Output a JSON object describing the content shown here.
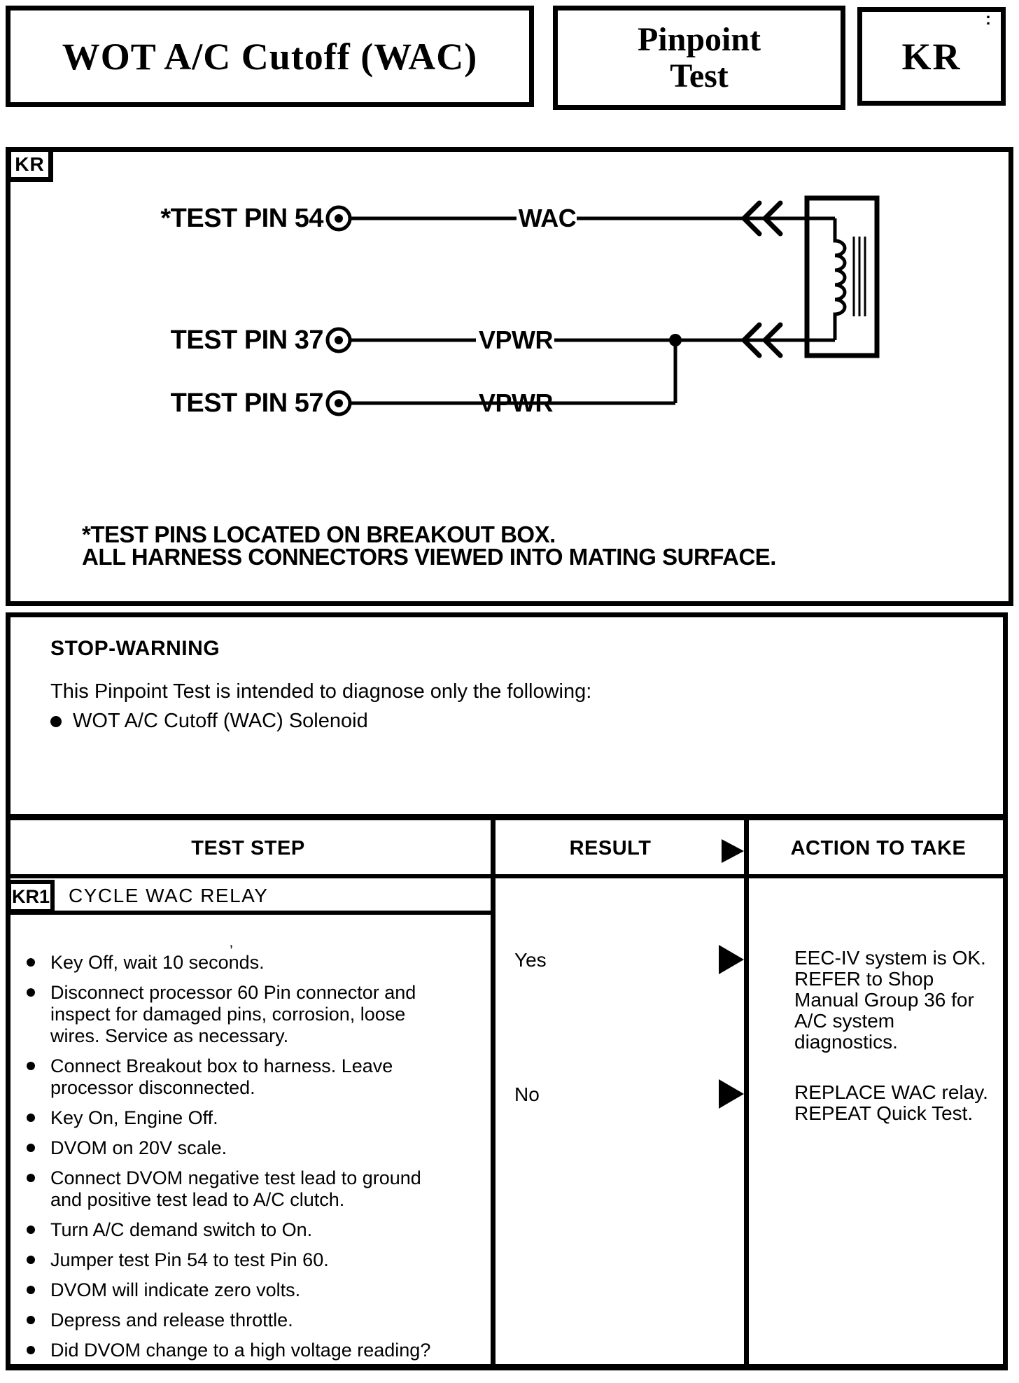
{
  "header": {
    "title": "WOT A/C Cutoff (WAC)",
    "doc_type_line1": "Pinpoint",
    "doc_type_line2": "Test",
    "section_code": "KR"
  },
  "diagram": {
    "tag": "KR",
    "rows": [
      {
        "pin_label": "*TEST PIN 54",
        "wire_label": "WAC"
      },
      {
        "pin_label": "TEST PIN 37",
        "wire_label": "VPWR"
      },
      {
        "pin_label": "TEST PIN 57",
        "wire_label": "VPWR"
      }
    ],
    "component": "wac-relay",
    "note_line1": "*TEST PINS LOCATED ON BREAKOUT BOX.",
    "note_line2": "ALL HARNESS CONNECTORS VIEWED INTO MATING SURFACE."
  },
  "warning": {
    "heading": "STOP-WARNING",
    "intro": "This Pinpoint Test is intended to diagnose only the following:",
    "items": [
      "WOT A/C Cutoff (WAC) Solenoid"
    ]
  },
  "table": {
    "headers": {
      "test_step": "TEST STEP",
      "result": "RESULT",
      "action": "ACTION TO TAKE"
    },
    "step_id": "KR1",
    "step_title": "CYCLE WAC RELAY",
    "steps": [
      "Key Off, wait 10 seconds.",
      "Disconnect processor 60 Pin connector and inspect for damaged pins, corrosion, loose wires. Service as necessary.",
      "Connect Breakout box to harness. Leave processor disconnected.",
      "Key On, Engine Off.",
      "DVOM on 20V scale.",
      "Connect DVOM negative test lead to ground and positive test lead to A/C clutch.",
      "Turn A/C demand switch to On.",
      "Jumper test Pin 54 to test Pin 60.",
      "DVOM will indicate zero volts.",
      "Depress and release throttle.",
      "Did DVOM change to a high voltage reading?"
    ],
    "results": [
      {
        "label": "Yes",
        "action_lines": [
          "EEC-IV system is OK.",
          "REFER to Shop",
          "Manual Group 36 for",
          "A/C system",
          "diagnostics."
        ]
      },
      {
        "label": "No",
        "action_lines": [
          "REPLACE WAC relay.",
          "REPEAT Quick Test."
        ]
      }
    ]
  },
  "colors": {
    "ink": "#000000",
    "paper": "#ffffff"
  },
  "artifacts": {
    "colon": ":",
    "tick": "’"
  }
}
